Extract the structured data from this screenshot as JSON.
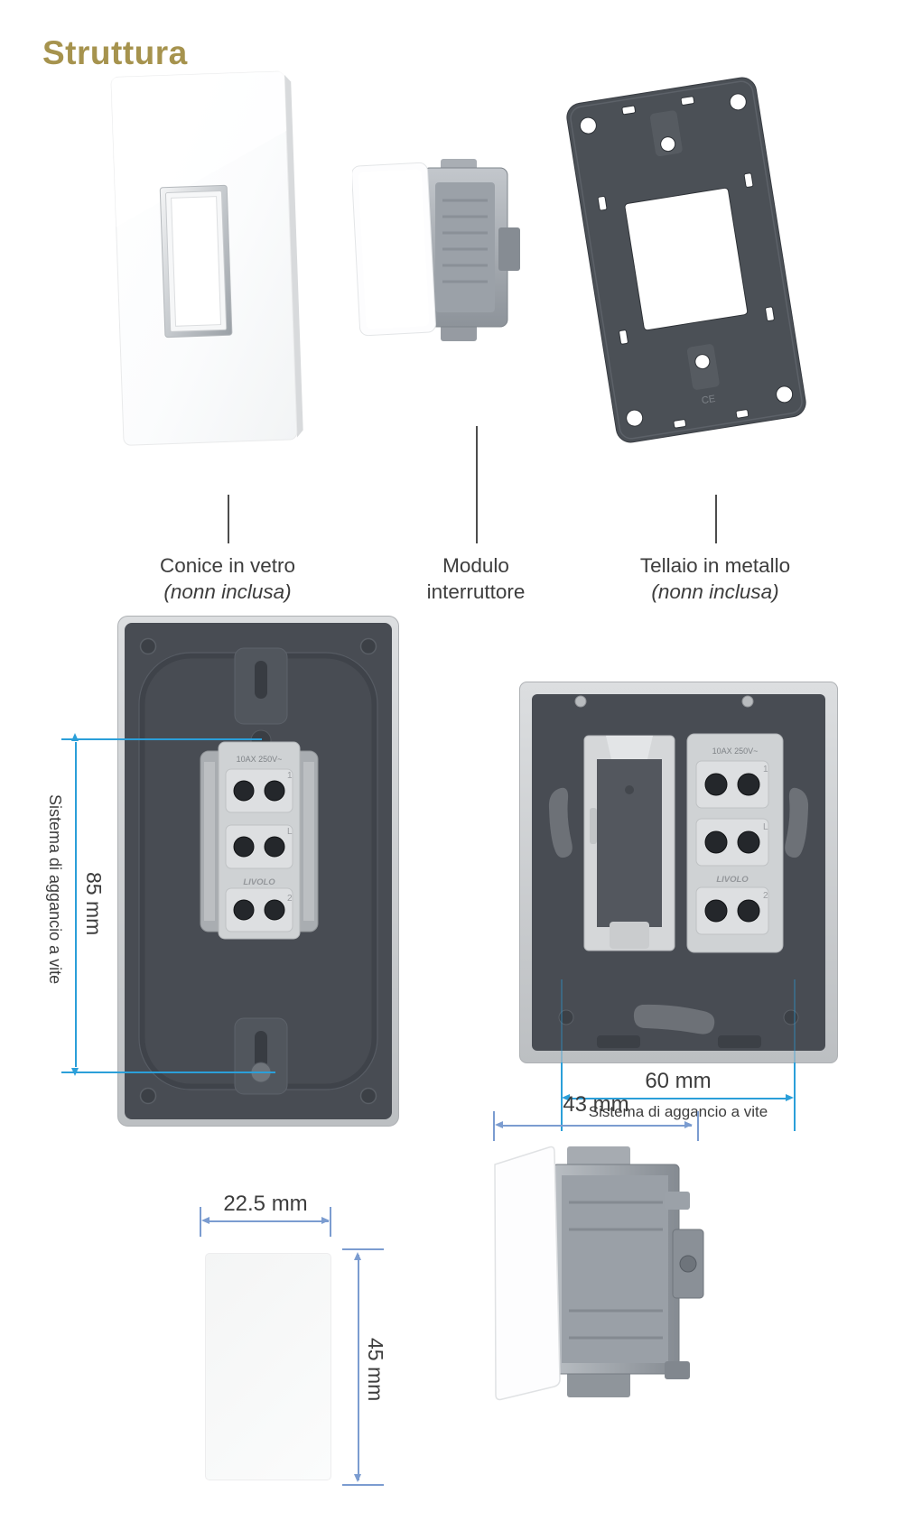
{
  "colors": {
    "title": "#a6934e",
    "text": "#3d3d3d",
    "dim_primary": "#2b9fd9",
    "dim_soft": "#7b9cd0"
  },
  "title": "Struttura",
  "parts": [
    {
      "line1": "Conice in vetro",
      "line2": "(nonn inclusa)"
    },
    {
      "line1": "Modulo",
      "line2": "interruttore"
    },
    {
      "line1": "Tellaio in metallo",
      "line2": "(nonn inclusa)"
    }
  ],
  "back_view_left": {
    "height": "85 mm",
    "system": "Sistema di aggancio a vite"
  },
  "back_view_right": {
    "width": "60 mm",
    "system": "Sistema di aggancio a vite"
  },
  "front_view": {
    "width": "22.5 mm",
    "height": "45 mm"
  },
  "side_view": {
    "width": "43 mm"
  },
  "markings": {
    "brand": "LIVOLO",
    "rating": "10AX 250V~",
    "terminals": [
      "1",
      "L",
      "2"
    ],
    "ce": "CE"
  }
}
